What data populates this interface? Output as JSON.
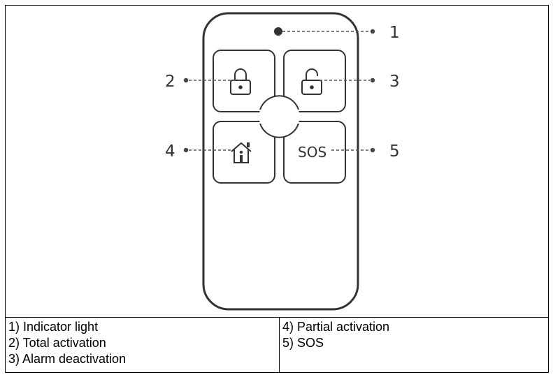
{
  "diagram": {
    "callouts": [
      {
        "number": "1",
        "target": "indicator-light"
      },
      {
        "number": "2",
        "target": "lock-button"
      },
      {
        "number": "3",
        "target": "unlock-button"
      },
      {
        "number": "4",
        "target": "home-button"
      },
      {
        "number": "5",
        "target": "sos-button"
      }
    ],
    "sos_button_label": "SOS",
    "icons": [
      "lock-icon",
      "unlock-icon",
      "home-person-icon"
    ]
  },
  "legend": {
    "left": [
      "1) Indicator light",
      "2) Total activation",
      "3) Alarm deactivation"
    ],
    "right": [
      "4) Partial activation",
      "5) SOS"
    ]
  },
  "colors": {
    "outline": "#333333",
    "border": "#000000"
  }
}
